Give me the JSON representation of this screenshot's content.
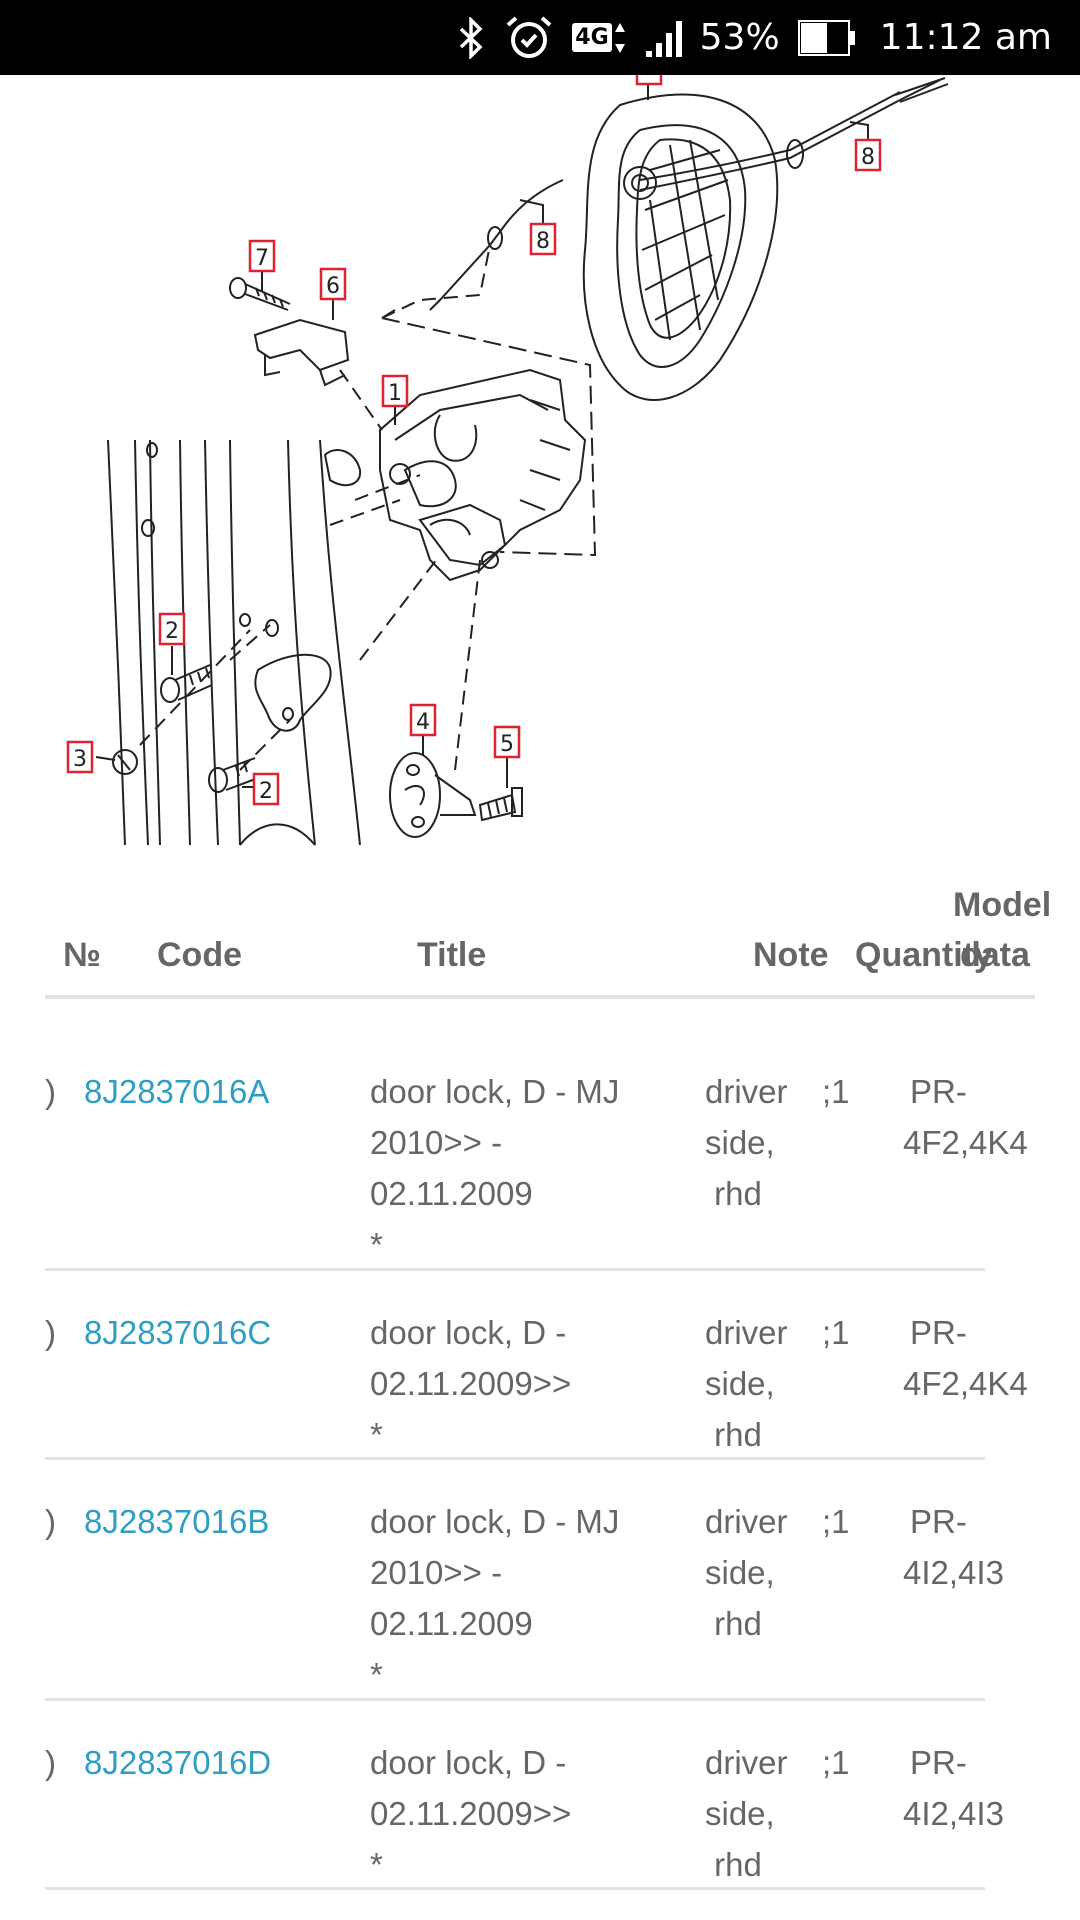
{
  "status_bar": {
    "network": "4G",
    "battery": "53%",
    "time": "11:12 am"
  },
  "diagram": {
    "callouts": [
      "1",
      "2",
      "2",
      "3",
      "4",
      "5",
      "6",
      "7",
      "8",
      "8"
    ]
  },
  "table": {
    "headers": {
      "no": "№",
      "code": "Code",
      "title": "Title",
      "note": "Note",
      "quantity": "Quantity",
      "model_data_1": "Model",
      "model_data_2": "data"
    },
    "rows": [
      {
        "no": ")",
        "code": "8J2837016A",
        "title": [
          "door lock, D - MJ",
          "2010>> -",
          "02.11.2009",
          "*"
        ],
        "note": [
          "driver",
          "side,",
          " rhd"
        ],
        "quantity": ";1",
        "model": [
          "PR-",
          "4F2,4K4"
        ]
      },
      {
        "no": ")",
        "code": "8J2837016C",
        "title": [
          "door lock, D -",
          "02.11.2009>>",
          "*"
        ],
        "note": [
          "driver",
          "side,",
          " rhd"
        ],
        "quantity": ";1",
        "model": [
          "PR-",
          "4F2,4K4"
        ]
      },
      {
        "no": ")",
        "code": "8J2837016B",
        "title": [
          "door lock, D - MJ",
          "2010>> -",
          "02.11.2009",
          "*"
        ],
        "note": [
          "driver",
          "side,",
          " rhd"
        ],
        "quantity": ";1",
        "model": [
          "PR-",
          "4I2,4I3"
        ]
      },
      {
        "no": ")",
        "code": "8J2837016D",
        "title": [
          "door lock, D -",
          "02.11.2009>>",
          "*"
        ],
        "note": [
          "driver",
          "side,",
          " rhd"
        ],
        "quantity": ";1",
        "model": [
          "PR-",
          "4I2,4I3"
        ]
      }
    ]
  }
}
